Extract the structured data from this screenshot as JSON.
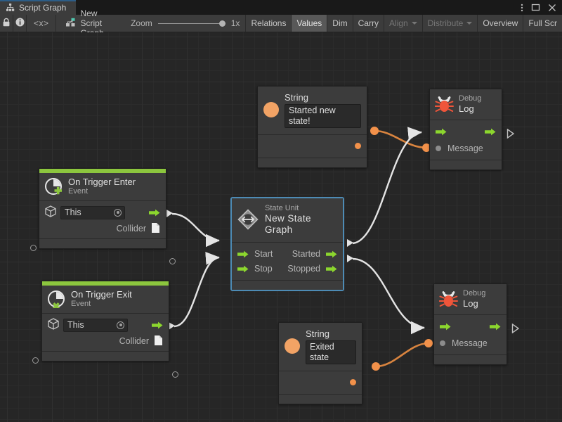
{
  "window": {
    "tab_label": "Script Graph",
    "tab_icon": "graph-hierarchy-icon",
    "controls": {
      "more": "more-options-icon",
      "maximize": "maximize-icon",
      "close": "close-icon"
    }
  },
  "toolbar": {
    "lock_icon": "lock-icon",
    "info_icon": "info-icon",
    "code_label": "<x>",
    "breadcrumb_icon": "script-graph-icon",
    "breadcrumb_label": "New Script Graph",
    "zoom_label": "Zoom",
    "zoom_value": "1x",
    "buttons": [
      {
        "label": "Relations",
        "state": "normal"
      },
      {
        "label": "Values",
        "state": "active"
      },
      {
        "label": "Dim",
        "state": "normal"
      },
      {
        "label": "Carry",
        "state": "normal"
      },
      {
        "label": "Align",
        "state": "dim",
        "caret": true
      },
      {
        "label": "Distribute",
        "state": "dim",
        "caret": true
      },
      {
        "label": "Overview",
        "state": "normal"
      },
      {
        "label": "Full Scr",
        "state": "normal"
      }
    ]
  },
  "colors": {
    "accent_green": "#8cc63e",
    "flow_arrow_green": "#8cd62e",
    "value_orange": "#f2914a",
    "selection_blue": "#4d8bb5",
    "canvas_bg": "#262626",
    "node_bg": "#3c3c3c",
    "tab_accent": "#2c5d87"
  },
  "nodes": {
    "string_top": {
      "type": "String",
      "icon": "string-circle-icon",
      "value": "Started new state!",
      "output_port": "value-output-port"
    },
    "string_bottom": {
      "type": "String",
      "icon": "string-circle-icon",
      "value": "Exited state",
      "output_port": "value-output-port"
    },
    "debug_log_top": {
      "type": "Debug",
      "name": "Log",
      "icon": "bug-icon",
      "message_label": "Message",
      "flow_in": "flow-input-port",
      "flow_out": "flow-output-port"
    },
    "debug_log_bottom": {
      "type": "Debug",
      "name": "Log",
      "icon": "bug-icon",
      "message_label": "Message",
      "flow_in": "flow-input-port",
      "flow_out": "flow-output-port"
    },
    "on_trigger_enter": {
      "name": "On Trigger Enter",
      "type": "Event",
      "icon": "event-plus-icon",
      "target_value": "This",
      "target_icon": "gameobject-cube-icon",
      "collider_label": "Collider",
      "collider_icon": "document-icon"
    },
    "on_trigger_exit": {
      "name": "On Trigger Exit",
      "type": "Event",
      "icon": "event-cross-icon",
      "target_value": "This",
      "target_icon": "gameobject-cube-icon",
      "collider_label": "Collider",
      "collider_icon": "document-icon"
    },
    "state_unit": {
      "type": "State Unit",
      "name": "New  State  Graph",
      "icon": "state-unit-diamond-icon",
      "selected": true,
      "inputs": [
        "Start",
        "Stop"
      ],
      "outputs": [
        "Started",
        "Stopped"
      ]
    }
  }
}
